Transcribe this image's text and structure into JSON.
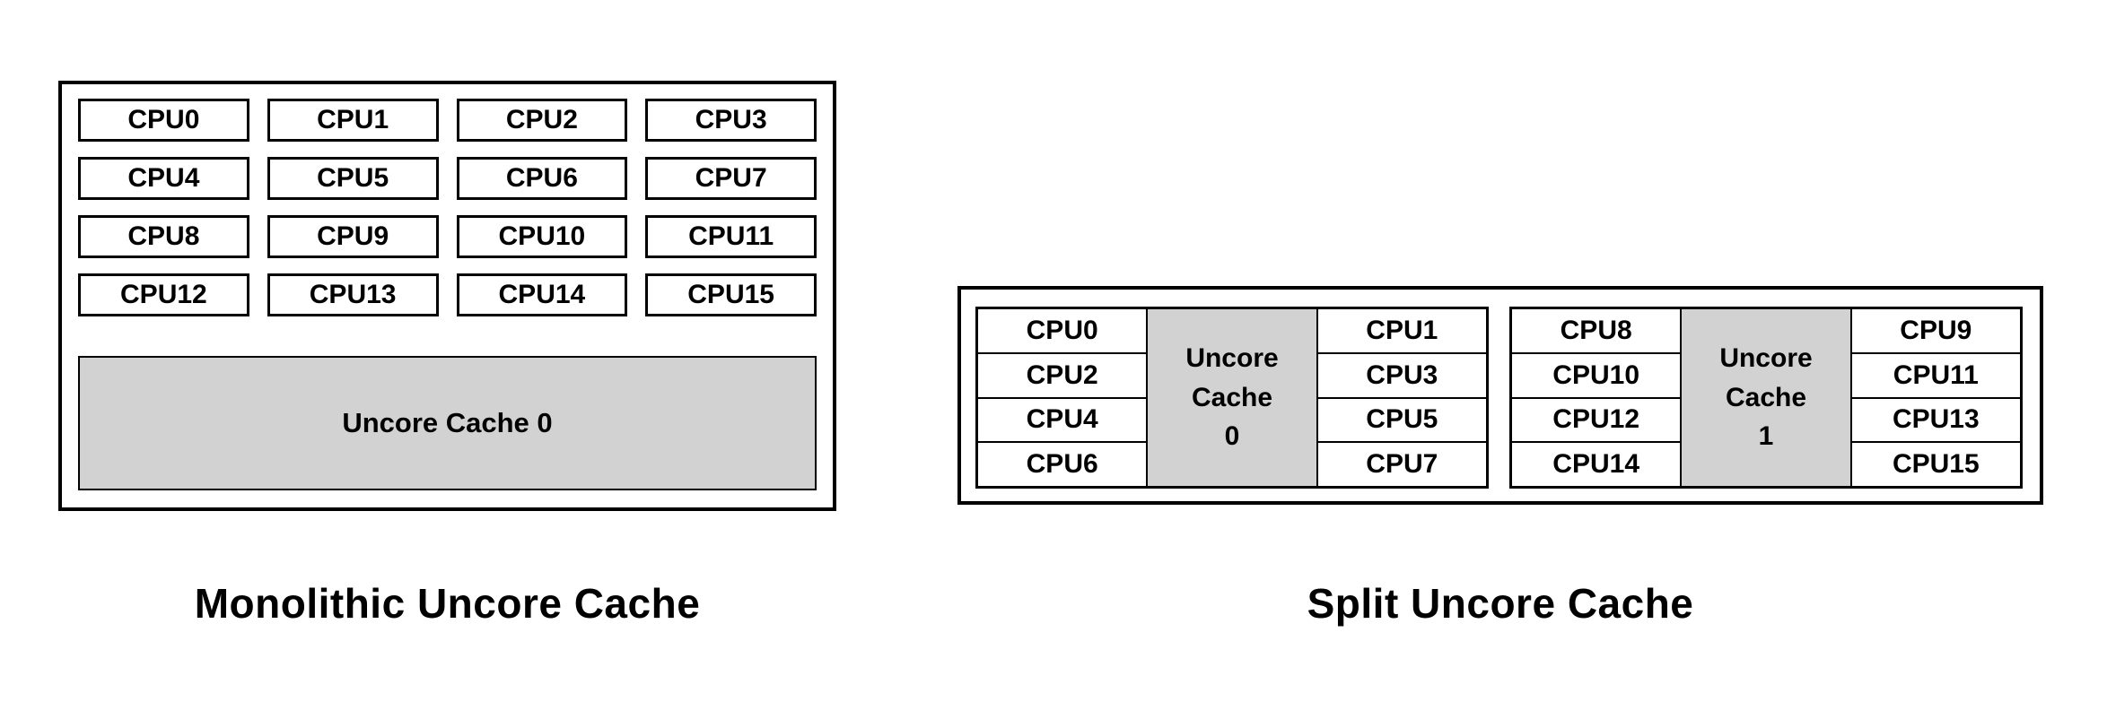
{
  "colors": {
    "background": "#ffffff",
    "border": "#000000",
    "text": "#000000",
    "cache_fill": "#d2d2d2"
  },
  "monolithic": {
    "caption": "Monolithic Uncore Cache",
    "cpus": [
      "CPU0",
      "CPU1",
      "CPU2",
      "CPU3",
      "CPU4",
      "CPU5",
      "CPU6",
      "CPU7",
      "CPU8",
      "CPU9",
      "CPU10",
      "CPU11",
      "CPU12",
      "CPU13",
      "CPU14",
      "CPU15"
    ],
    "cache_label": "Uncore Cache 0"
  },
  "split": {
    "caption": "Split Uncore Cache",
    "clusters": [
      {
        "left_cpus": [
          "CPU0",
          "CPU2",
          "CPU4",
          "CPU6"
        ],
        "cache_label": "Uncore Cache 0",
        "right_cpus": [
          "CPU1",
          "CPU3",
          "CPU5",
          "CPU7"
        ]
      },
      {
        "left_cpus": [
          "CPU8",
          "CPU10",
          "CPU12",
          "CPU14"
        ],
        "cache_label": "Uncore Cache 1",
        "right_cpus": [
          "CPU9",
          "CPU11",
          "CPU13",
          "CPU15"
        ]
      }
    ]
  }
}
